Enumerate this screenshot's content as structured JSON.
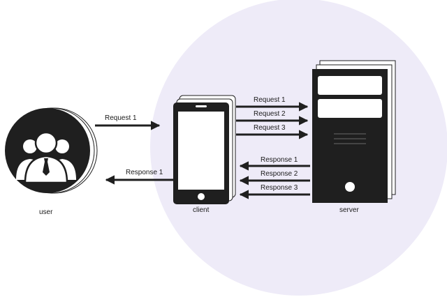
{
  "nodes": {
    "user": {
      "label": "user"
    },
    "client": {
      "label": "client"
    },
    "server": {
      "label": "server"
    }
  },
  "edges": {
    "user_to_client": {
      "label": "Request 1"
    },
    "client_to_user": {
      "label": "Response 1"
    },
    "client_to_server": [
      {
        "label": "Request 1"
      },
      {
        "label": "Request 2"
      },
      {
        "label": "Request 3"
      }
    ],
    "server_to_client": [
      {
        "label": "Response 1"
      },
      {
        "label": "Response 2"
      },
      {
        "label": "Response 3"
      }
    ]
  },
  "colors": {
    "background_circle": "#eeebf8",
    "node_fill": "#1f1f1f",
    "screen_fill": "#ffffff",
    "arrow": "#1f1f1f"
  }
}
